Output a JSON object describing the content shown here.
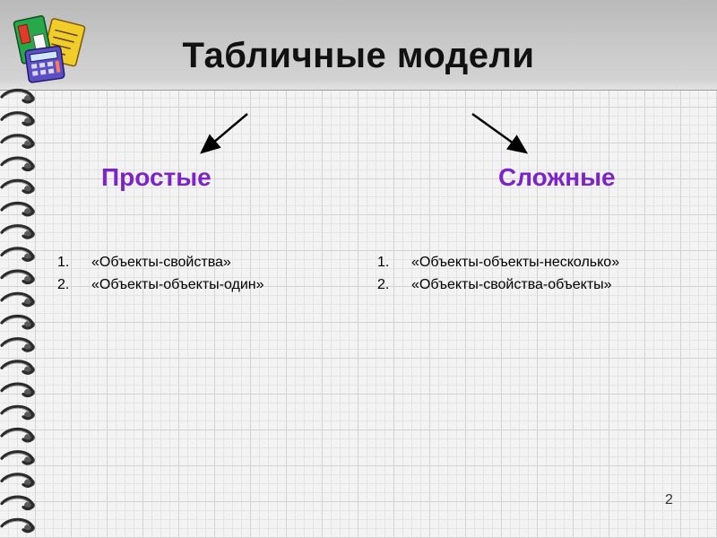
{
  "title": "Табличные модели",
  "categories": {
    "simple": {
      "label": "Простые",
      "items": [
        {
          "number": "1.",
          "text": "«Объекты-свойства»"
        },
        {
          "number": "2.",
          "text": "«Объекты-объекты-один»"
        }
      ]
    },
    "complex": {
      "label": "Сложные",
      "items": [
        {
          "number": "1.",
          "text": "«Объекты-объекты-несколько»"
        },
        {
          "number": "2.",
          "text": "«Объекты-свойства-объекты»"
        }
      ]
    }
  },
  "page_number": "2",
  "colors": {
    "category_label": "#7d24c9",
    "title": "#111111",
    "header_band": "#c4c4c4"
  },
  "icons": {
    "logo": "books-and-calculator-icon",
    "arrows": "arrow-down-left-icon, arrow-down-right-icon",
    "binding": "spiral-binding-icon"
  }
}
